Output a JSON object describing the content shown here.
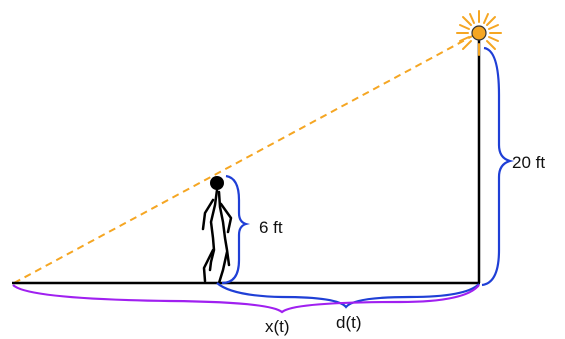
{
  "labels": {
    "person_height": "6 ft",
    "lamp_height": "20 ft",
    "shadow_length": "x(t)",
    "distance": "d(t)"
  },
  "colors": {
    "ground": "#000000",
    "light_ray": "#f5a623",
    "lamp": "#f5a623",
    "height_brace": "#1f3fd6",
    "shadow_brace": "#a020f0"
  },
  "icons": [
    "sun-lamp-icon",
    "stick-figure-icon"
  ]
}
